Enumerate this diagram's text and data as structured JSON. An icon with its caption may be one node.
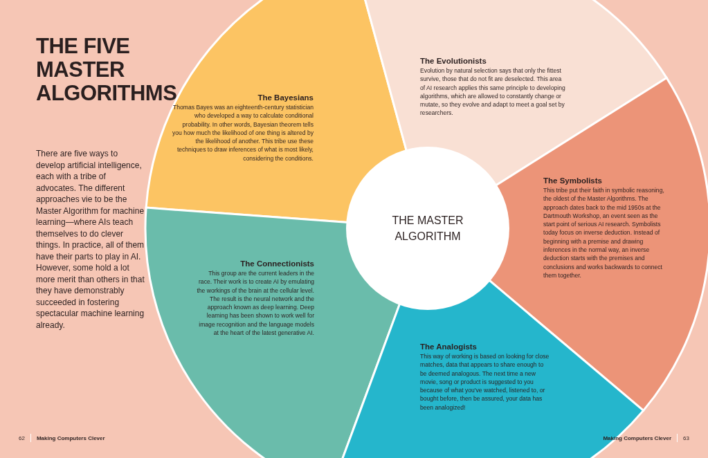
{
  "diagram": {
    "title": "THE FIVE MASTER ALGORITHMS",
    "nodes": [
      {
        "text": [
          "The Bayesians",
          "Thomas Bayes was an eighteenth-century statistician who developed a way to calculate conditional probability. In other words, Bayesian theorem tells you how much the likelihood of one thing is altered by the likelihood of another. This tribe use these techniques to draw inferences of what is most likely, considering the conditions."
        ]
      },
      {
        "text": [
          "The Evolutionists",
          "Evolution by natural selection says that only the fittest survive, those that do not fit are deselected. This area of AI research applies this same principle to developing algorithms, which are allowed to constantly change or mutate, so they evolve and adapt to meet a goal set by researchers."
        ]
      },
      {
        "text": [
          "THE MASTER ALGORITHM"
        ]
      },
      {
        "text": [
          "The Symbolists",
          "This tribe put their faith in symbolic reasoning, the oldest of the Master Algorithms. The approach dates back to the mid 1950s at the Dartmouth Workshop, an event seen as the start point of serious AI research. Symbolists today focus on inverse deduction. Instead of beginning with a premise and drawing inferences in the normal way, an inverse deduction starts with the premises and conclusions and works backwards to connect them together."
        ]
      },
      {
        "text": [
          "The Connectionists",
          "This group are the current leaders in the race. Their work is to create AI by emulating the workings of the brain at the cellular level. The result is the neural network and the approach known as deep learning. Deep learning has been shown to work well for image recognition and the language models at the heart of the latest generative AI."
        ]
      },
      {
        "text": [
          "The Analogists",
          "This way of working is based on looking for close matches, data that appears to share enough to be deemed analogous. The next time a new movie, song or product is suggested to you because of what you've watched, listened to, or bought before, then be assured, your data has been analogized!"
        ]
      }
    ],
    "labels": [
      "There are five ways to develop artificial intelligence, each with a tribe of advocates. The different approaches vie to be the Master Algorithm for machine learning—where AIs teach themselves to do clever things. In practice, all of them have their parts to play in AI. However, some hold a lot more merit than others in that they have demonstrably succeeded in fostering spectacular machine learning already.",
      "62",
      "Making Computers Clever",
      "Making Computers Clever",
      "63"
    ]
  }
}
